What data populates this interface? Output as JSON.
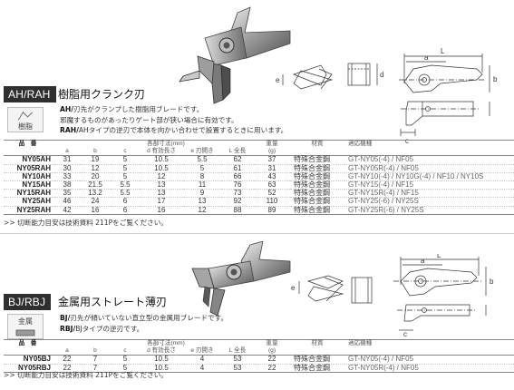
{
  "section1": {
    "tag": "AH/RAH",
    "heading": "樹脂用クランク刃",
    "badge": "樹脂",
    "desc": [
      {
        "bold": "AH/",
        "text": "刃先がクランプした樹脂用ブレードです。"
      },
      {
        "bold": "",
        "text": "邪魔するものがあったりゲート部が狭い場合に有効です。"
      },
      {
        "bold": "RAH/",
        "text": "AHタイプの逆刃で本体を向かい合わせで設置するときに用います。"
      }
    ],
    "table": {
      "hdr_dims": "各部寸法(mm)",
      "hdr_model": "品　番",
      "col_a": "a",
      "col_b": "b",
      "col_c": "c",
      "col_d": "d 有効長さ",
      "col_e": "e 刃開き",
      "col_l": "L 全長",
      "col_w": "重量",
      "col_w_unit": "(g)",
      "col_mat": "材質",
      "col_blade": "適応機種",
      "rows": [
        {
          "model": "NY05AH",
          "a": "31",
          "b": "19",
          "c": "5",
          "d": "10.5",
          "e": "5.5",
          "l": "62",
          "w": "37",
          "mat": "特殊合金鋼",
          "blade": "GT-NY05(-4) / NF05"
        },
        {
          "model": "NY05RAH",
          "a": "30",
          "b": "12",
          "c": "5",
          "d": "10.5",
          "e": "5",
          "l": "61",
          "w": "31",
          "mat": "特殊合金鋼",
          "blade": "GT-NY05R(-4) / NF05"
        },
        {
          "model": "NY10AH",
          "a": "33",
          "b": "20",
          "c": "5",
          "d": "12",
          "e": "8",
          "l": "66",
          "w": "43",
          "mat": "特殊合金鋼",
          "blade": "GT-NY10(-4) / NY10G(-4) / NF10 / NY10S"
        },
        {
          "model": "NY15AH",
          "a": "38",
          "b": "21.5",
          "c": "5.5",
          "d": "13",
          "e": "11",
          "l": "76",
          "w": "63",
          "mat": "特殊合金鋼",
          "blade": "GT-NY15(-4) / NF15"
        },
        {
          "model": "NY15RAH",
          "a": "35",
          "b": "13.2",
          "c": "5.5",
          "d": "13",
          "e": "9",
          "l": "73",
          "w": "52",
          "mat": "特殊合金鋼",
          "blade": "GT-NY15R(-4) / NF15"
        },
        {
          "model": "NY25AH",
          "a": "46",
          "b": "24",
          "c": "6",
          "d": "17",
          "e": "13",
          "l": "92",
          "w": "110",
          "mat": "特殊合金鋼",
          "blade": "GT-NY25(-6) / NY25S"
        },
        {
          "model": "NY25RAH",
          "a": "42",
          "b": "16",
          "c": "6",
          "d": "16",
          "e": "12",
          "l": "88",
          "w": "89",
          "mat": "特殊合金鋼",
          "blade": "GT-NY25R(-6) / NY25S"
        }
      ]
    },
    "note": ">> 切断能力目安は技術資料 211Pをご覧ください。"
  },
  "section2": {
    "tag": "BJ/RBJ",
    "heading": "金属用ストレート薄刃",
    "badge": "金属",
    "desc": [
      {
        "bold": "BJ/",
        "text": "刃先が傾いていない直立型の金属用ブレードです。"
      },
      {
        "bold": "RBJ/",
        "text": "BJタイプの逆刃です。"
      }
    ],
    "table": {
      "hdr_dims": "各部寸法(mm)",
      "hdr_model": "品　番",
      "col_a": "a",
      "col_b": "b",
      "col_c": "c",
      "col_d": "d 有効長さ",
      "col_e": "e 刃開き",
      "col_l": "L 全長",
      "col_w": "重量",
      "col_w_unit": "(g)",
      "col_mat": "材質",
      "col_blade": "適応機種",
      "rows": [
        {
          "model": "NY05BJ",
          "a": "22",
          "b": "7",
          "c": "5",
          "d": "10.5",
          "e": "4",
          "l": "53",
          "w": "22",
          "mat": "特殊合金鋼",
          "blade": "GT-NY05(-4) / NF05"
        },
        {
          "model": "NY05RBJ",
          "a": "22",
          "b": "7",
          "c": "5",
          "d": "10.5",
          "e": "4",
          "l": "53",
          "w": "22",
          "mat": "特殊合金鋼",
          "blade": "GT-NY05R(-4) / NF05"
        }
      ]
    },
    "note": ">> 切断能力目安は技術資料 211Pをご覧ください。"
  },
  "drawing_labels": {
    "a": "a",
    "b": "b",
    "c": "c",
    "d": "d",
    "e": "e",
    "l": "L"
  }
}
